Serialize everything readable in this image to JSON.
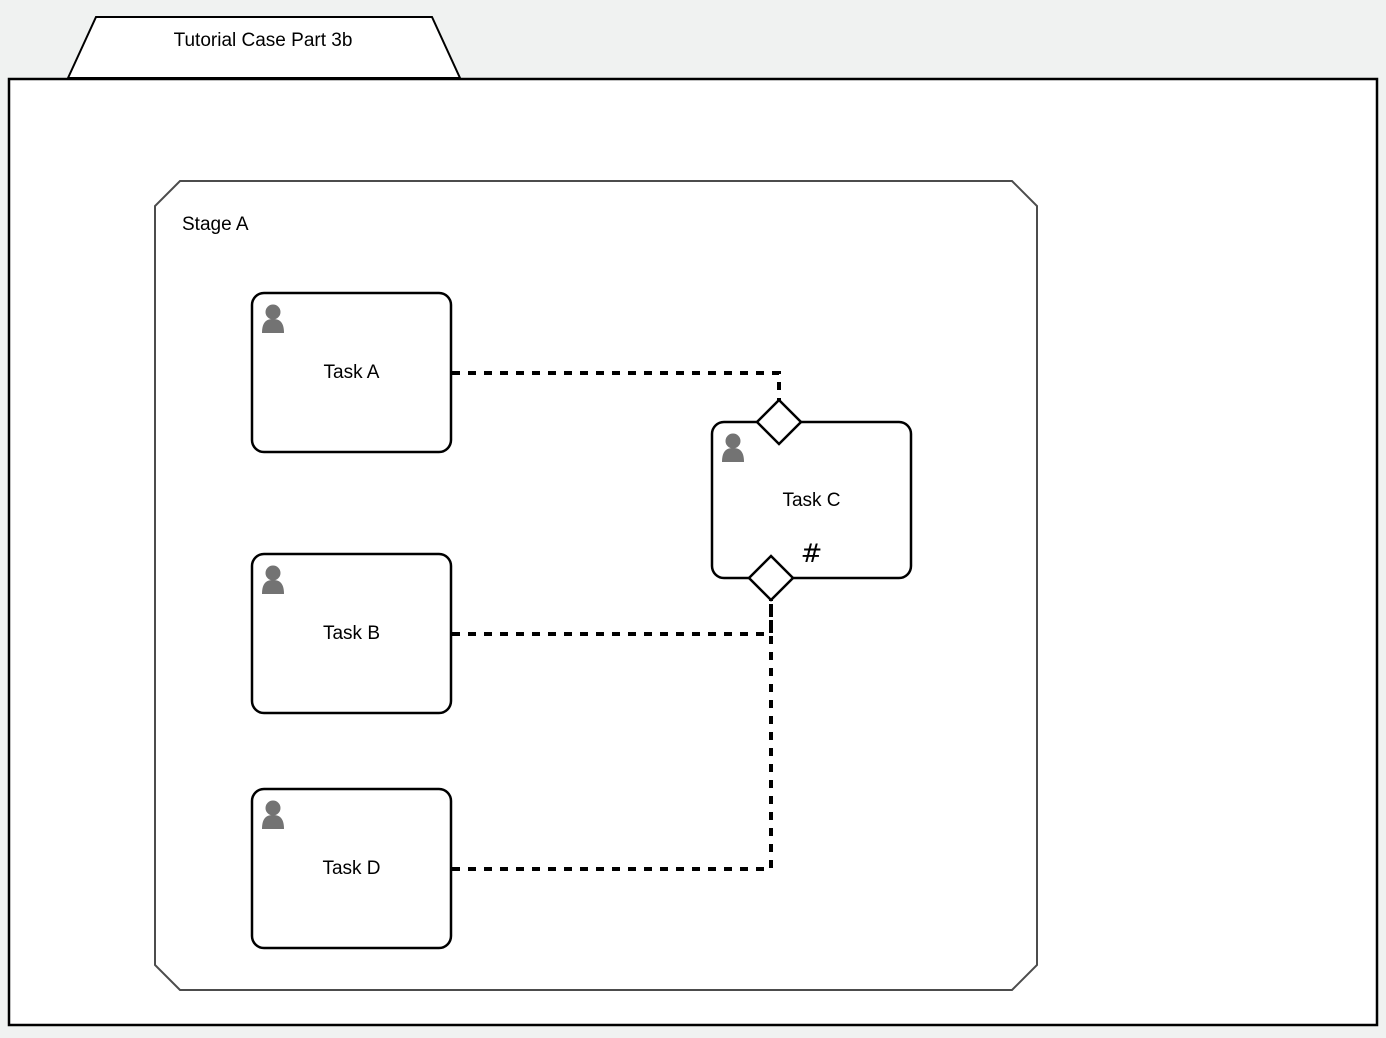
{
  "page": {
    "background_color": "#f0f2f1",
    "frame_color": "#ffffff",
    "line_color": "#000000",
    "icon_color": "#737373"
  },
  "title_tab": {
    "label": "Tutorial Case Part 3b",
    "shape": "trapezoid"
  },
  "stage": {
    "label": "Stage A",
    "shape": "beveled-rectangle"
  },
  "tasks": [
    {
      "id": "task-a",
      "label": "Task A",
      "icon": "user-icon",
      "markers": []
    },
    {
      "id": "task-b",
      "label": "Task B",
      "icon": "user-icon",
      "markers": []
    },
    {
      "id": "task-c",
      "label": "Task C",
      "icon": "user-icon",
      "multi_instance_marker": "#",
      "markers": [
        "diamond-top",
        "diamond-bottom"
      ]
    },
    {
      "id": "task-d",
      "label": "Task D",
      "icon": "user-icon",
      "markers": []
    }
  ],
  "connectors": [
    {
      "id": "conn-a-c",
      "from": "task-a",
      "to": "task-c-top-diamond",
      "style": "dashed"
    },
    {
      "id": "conn-b-c",
      "from": "task-b",
      "to": "task-c-bottom-diamond",
      "style": "dashed"
    },
    {
      "id": "conn-d-c",
      "from": "task-d",
      "to": "task-c-bottom-diamond",
      "style": "dashed"
    }
  ]
}
